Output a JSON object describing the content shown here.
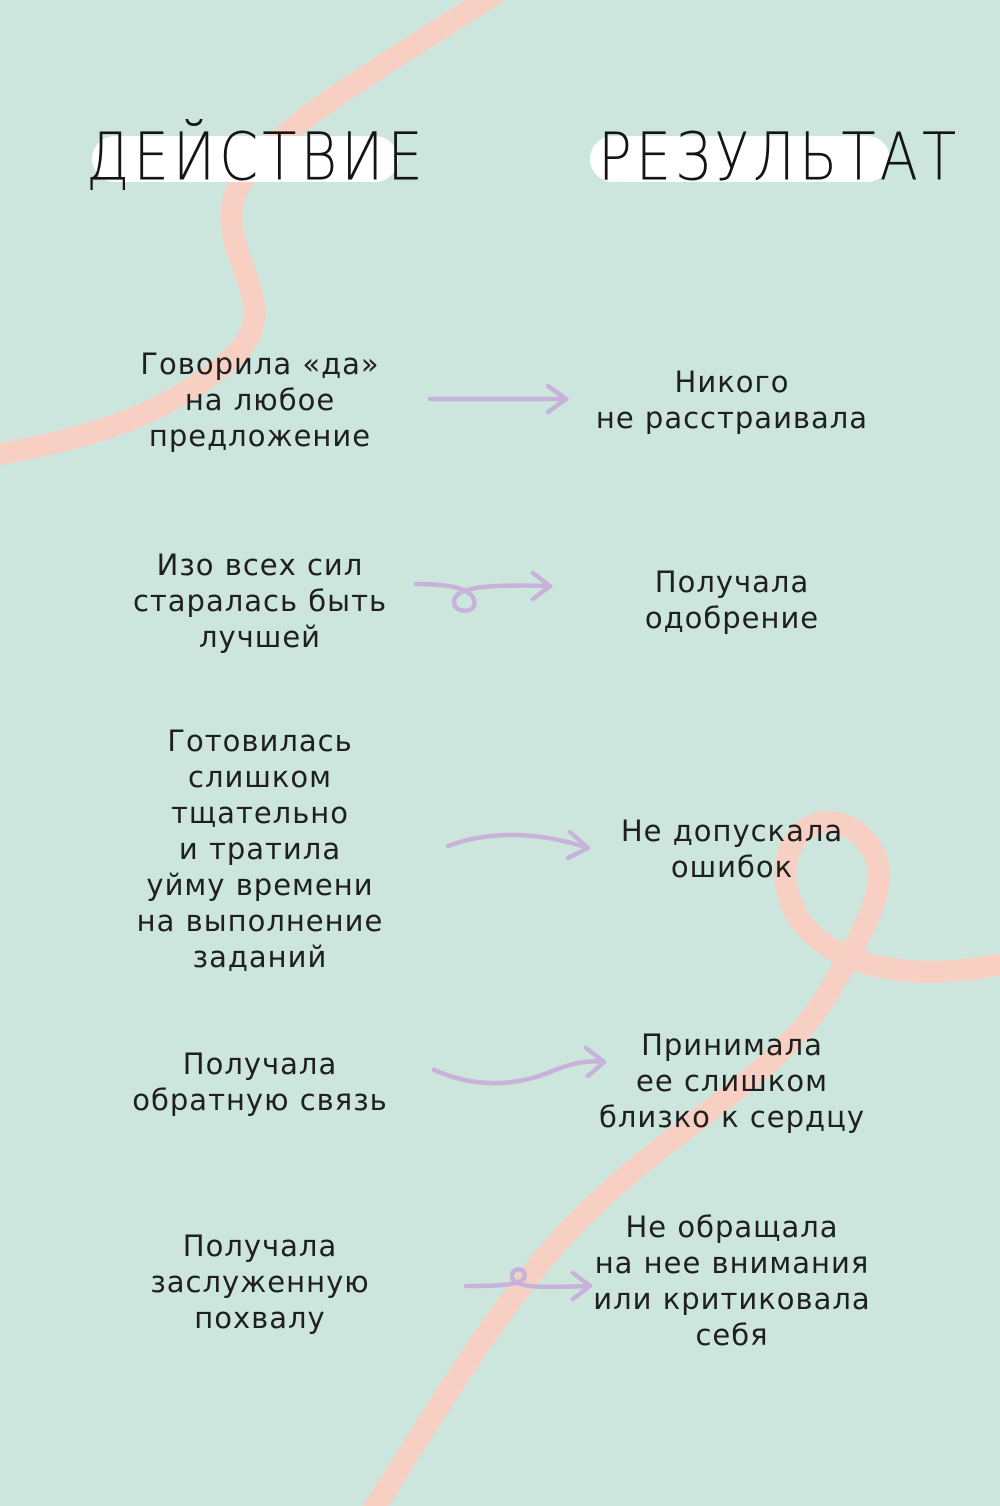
{
  "headers": {
    "action": "ДЕЙСТВИЕ",
    "result": "РЕЗУЛЬТАТ"
  },
  "colors": {
    "background": "#cde6dd",
    "ribbon": "#f8cfc3",
    "arrow": "#c7b3d9",
    "pill": "#ffffff",
    "text": "#1f1f1f"
  },
  "rows": [
    {
      "action": "Говорила «да»\nна любое\nпредложение",
      "result": "Никого\nне расстраивала",
      "arrow_style": "straight"
    },
    {
      "action": "Изо всех сил\nстаралась быть\nлучшей",
      "result": "Получала\nодобрение",
      "arrow_style": "loop"
    },
    {
      "action": "Готовилась\nслишком\nтщательно\nи тратила\nуйму времени\nна выполнение\nзаданий",
      "result": "Не допускала\nошибок",
      "arrow_style": "curved"
    },
    {
      "action": "Получала\nобратную связь",
      "result": "Принимала\nее слишком\nблизко к сердцу",
      "arrow_style": "wave"
    },
    {
      "action": "Получала\nзаслуженную\nпохвалу",
      "result": "Не обращала\nна нее внимания\nили критиковала\nсебя",
      "arrow_style": "small-loop"
    }
  ]
}
